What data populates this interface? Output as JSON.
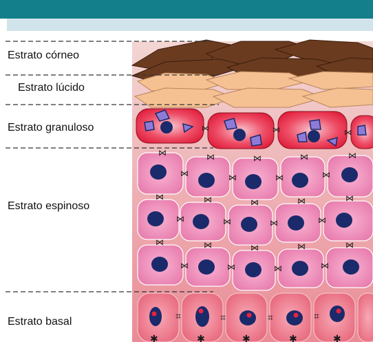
{
  "layers": [
    {
      "name": "Estrato córneo"
    },
    {
      "name": "Estrato lúcido"
    },
    {
      "name": "Estrato granuloso"
    },
    {
      "name": "Estrato espinoso"
    },
    {
      "name": "Estrato basal"
    }
  ],
  "colors": {
    "header": "#137f8a",
    "subheader": "#d2e4eb",
    "corneo": "#6b3b1f",
    "lucido": "#f6c192",
    "granuloso": "#e8233f",
    "espinoso": "#ef86b5",
    "basal": "#ec6b7e",
    "nucleus": "#1b2a6b"
  }
}
